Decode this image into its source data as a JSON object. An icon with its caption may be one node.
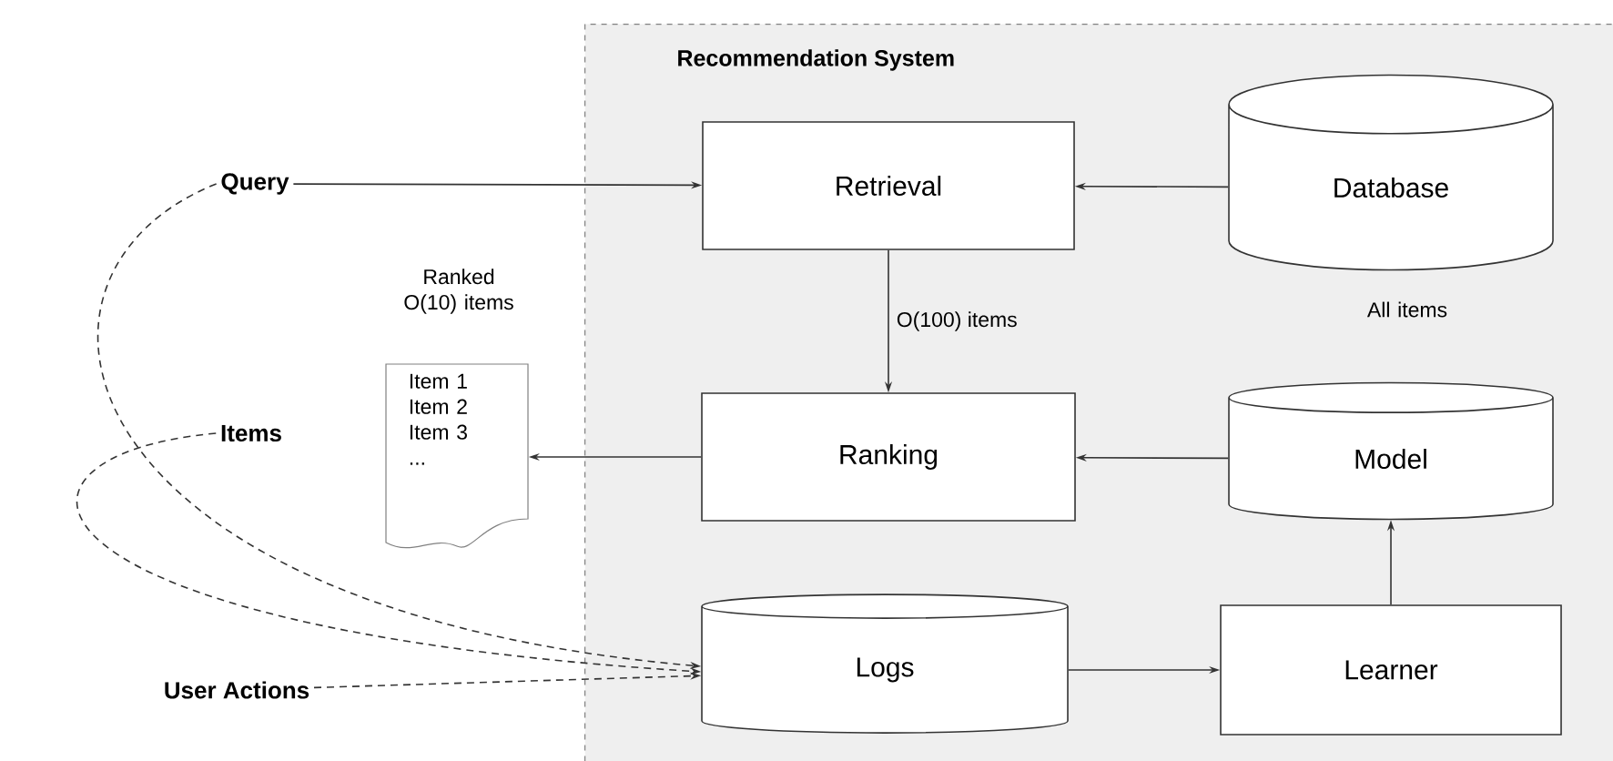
{
  "diagram": {
    "nodes": [
      {
        "text": [
          "Recommendation System"
        ]
      },
      {
        "text": [
          "Query"
        ]
      },
      {
        "text": [
          "Retrieval"
        ],
        "in": 0
      },
      {
        "text": [
          "Database"
        ],
        "in": 0,
        "beside": [
          "All items"
        ]
      },
      {
        "text": [
          "Ranking"
        ],
        "in": 0
      },
      {
        "text": [
          "Model"
        ],
        "in": 0
      },
      {
        "text": [
          "Item 1 Item 2 Item 3 ..."
        ],
        "beside": [
          "Ranked O(10) items"
        ]
      },
      {
        "text": [
          "Items"
        ]
      },
      {
        "text": [
          "User Actions"
        ]
      },
      {
        "text": [
          "Logs"
        ],
        "in": 0
      },
      {
        "text": [
          "Learner"
        ],
        "in": 0
      }
    ],
    "edges": [
      {
        "from": 1,
        "to": 2,
        "arrow": "to"
      },
      {
        "from": 3,
        "to": 2,
        "arrow": "to"
      },
      {
        "from": 2,
        "to": 4,
        "arrow": "to",
        "label": "O(100) items"
      },
      {
        "from": 4,
        "to": 6,
        "arrow": "to"
      },
      {
        "from": 5,
        "to": 4,
        "arrow": "to"
      },
      {
        "from": 9,
        "to": 10,
        "arrow": "to"
      },
      {
        "from": 10,
        "to": 5,
        "arrow": "to"
      },
      {
        "from": 1,
        "to": 9,
        "arrow": "to",
        "style": "dashed"
      },
      {
        "from": 7,
        "to": 9,
        "arrow": "to",
        "style": "dashed"
      },
      {
        "from": 8,
        "to": 9,
        "arrow": "to",
        "style": "dashed"
      }
    ]
  }
}
